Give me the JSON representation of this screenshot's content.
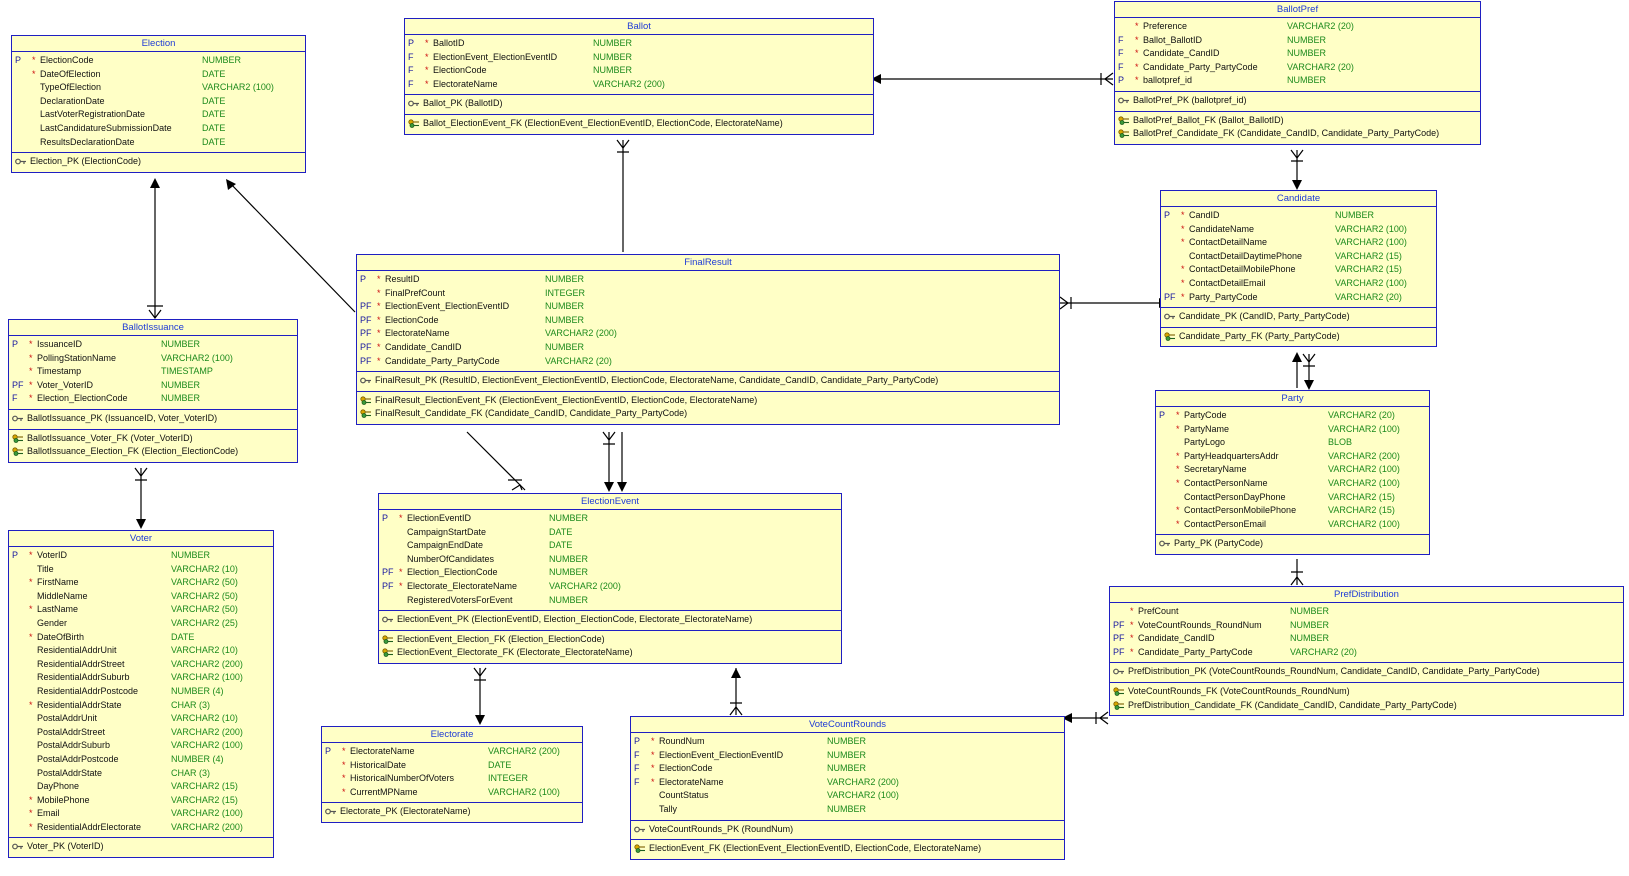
{
  "entities": [
    {
      "id": "election",
      "title": "Election",
      "colType": 190,
      "columns": [
        {
          "k": "P",
          "m": "*",
          "n": "ElectionCode",
          "t": "NUMBER"
        },
        {
          "k": "",
          "m": "*",
          "n": "DateOfElection",
          "t": "DATE"
        },
        {
          "k": "",
          "m": "",
          "n": "TypeOfElection",
          "t": "VARCHAR2 (100)"
        },
        {
          "k": "",
          "m": "",
          "n": "DeclarationDate",
          "t": "DATE"
        },
        {
          "k": "",
          "m": "",
          "n": "LastVoterRegistrationDate",
          "t": "DATE"
        },
        {
          "k": "",
          "m": "",
          "n": "LastCandidatureSubmissionDate",
          "t": "DATE"
        },
        {
          "k": "",
          "m": "",
          "n": "ResultsDeclarationDate",
          "t": "DATE"
        }
      ],
      "pk": [
        "Election_PK (ElectionCode)"
      ],
      "fk": []
    },
    {
      "id": "ballot",
      "title": "Ballot",
      "colType": 188,
      "columns": [
        {
          "k": "P",
          "m": "*",
          "n": "BallotID",
          "t": "NUMBER"
        },
        {
          "k": "F",
          "m": "*",
          "n": "ElectionEvent_ElectionEventID",
          "t": "NUMBER"
        },
        {
          "k": "F",
          "m": "*",
          "n": "ElectionCode",
          "t": "NUMBER"
        },
        {
          "k": "F",
          "m": "*",
          "n": "ElectorateName",
          "t": "VARCHAR2 (200)"
        }
      ],
      "pk": [
        "Ballot_PK (BallotID)"
      ],
      "fk": [
        "Ballot_ElectionEvent_FK (ElectionEvent_ElectionEventID, ElectionCode, ElectorateName)"
      ]
    },
    {
      "id": "ballotpref",
      "title": "BallotPref",
      "colType": 172,
      "columns": [
        {
          "k": "",
          "m": "*",
          "n": "Preference",
          "t": "VARCHAR2 (20)"
        },
        {
          "k": "F",
          "m": "*",
          "n": "Ballot_BallotID",
          "t": "NUMBER"
        },
        {
          "k": "F",
          "m": "*",
          "n": "Candidate_CandID",
          "t": "NUMBER"
        },
        {
          "k": "F",
          "m": "*",
          "n": "Candidate_Party_PartyCode",
          "t": "VARCHAR2 (20)"
        },
        {
          "k": "P",
          "m": "*",
          "n": "ballotpref_id",
          "t": "NUMBER"
        }
      ],
      "pk": [
        "BallotPref_PK (ballotpref_id)"
      ],
      "fk": [
        "BallotPref_Ballot_FK (Ballot_BallotID)",
        "BallotPref_Candidate_FK (Candidate_CandID, Candidate_Party_PartyCode)"
      ]
    },
    {
      "id": "candidate",
      "title": "Candidate",
      "colType": 174,
      "columns": [
        {
          "k": "P",
          "m": "*",
          "n": "CandID",
          "t": "NUMBER"
        },
        {
          "k": "",
          "m": "*",
          "n": "CandidateName",
          "t": "VARCHAR2 (100)"
        },
        {
          "k": "",
          "m": "*",
          "n": "ContactDetailName",
          "t": "VARCHAR2 (100)"
        },
        {
          "k": "",
          "m": "",
          "n": "ContactDetailDaytimePhone",
          "t": "VARCHAR2 (15)"
        },
        {
          "k": "",
          "m": "*",
          "n": "ContactDetailMobilePhone",
          "t": "VARCHAR2 (15)"
        },
        {
          "k": "",
          "m": "*",
          "n": "ContactDetailEmail",
          "t": "VARCHAR2 (100)"
        },
        {
          "k": "PF",
          "m": "*",
          "n": "Party_PartyCode",
          "t": "VARCHAR2 (20)"
        }
      ],
      "pk": [
        "Candidate_PK (CandID, Party_PartyCode)"
      ],
      "fk": [
        "Candidate_Party_FK (Party_PartyCode)"
      ]
    },
    {
      "id": "finalresult",
      "title": "FinalResult",
      "colType": 188,
      "columns": [
        {
          "k": "P",
          "m": "*",
          "n": "ResultID",
          "t": "NUMBER"
        },
        {
          "k": "",
          "m": "*",
          "n": "FinalPrefCount",
          "t": "INTEGER"
        },
        {
          "k": "PF",
          "m": "*",
          "n": "ElectionEvent_ElectionEventID",
          "t": "NUMBER"
        },
        {
          "k": "PF",
          "m": "*",
          "n": "ElectionCode",
          "t": "NUMBER"
        },
        {
          "k": "PF",
          "m": "*",
          "n": "ElectorateName",
          "t": "VARCHAR2 (200)"
        },
        {
          "k": "PF",
          "m": "*",
          "n": "Candidate_CandID",
          "t": "NUMBER"
        },
        {
          "k": "PF",
          "m": "*",
          "n": "Candidate_Party_PartyCode",
          "t": "VARCHAR2 (20)"
        }
      ],
      "pk": [
        "FinalResult_PK (ResultID, ElectionEvent_ElectionEventID, ElectionCode, ElectorateName, Candidate_CandID, Candidate_Party_PartyCode)"
      ],
      "fk": [
        "FinalResult_ElectionEvent_FK (ElectionEvent_ElectionEventID, ElectionCode, ElectorateName)",
        "FinalResult_Candidate_FK (Candidate_CandID, Candidate_Party_PartyCode)"
      ]
    },
    {
      "id": "ballotissuance",
      "title": "BallotIssuance",
      "colType": 152,
      "columns": [
        {
          "k": "P",
          "m": "*",
          "n": "IssuanceID",
          "t": "NUMBER"
        },
        {
          "k": "",
          "m": "*",
          "n": "PollingStationName",
          "t": "VARCHAR2 (100)"
        },
        {
          "k": "",
          "m": "*",
          "n": "Timestamp",
          "t": "TIMESTAMP"
        },
        {
          "k": "PF",
          "m": "*",
          "n": "Voter_VoterID",
          "t": "NUMBER"
        },
        {
          "k": "F",
          "m": "*",
          "n": "Election_ElectionCode",
          "t": "NUMBER"
        }
      ],
      "pk": [
        "BallotIssuance_PK (IssuanceID, Voter_VoterID)"
      ],
      "fk": [
        "BallotIssuance_Voter_FK (Voter_VoterID)",
        "BallotIssuance_Election_FK (Election_ElectionCode)"
      ]
    },
    {
      "id": "party",
      "title": "Party",
      "colType": 172,
      "columns": [
        {
          "k": "P",
          "m": "*",
          "n": "PartyCode",
          "t": "VARCHAR2 (20)"
        },
        {
          "k": "",
          "m": "*",
          "n": "PartyName",
          "t": "VARCHAR2 (100)"
        },
        {
          "k": "",
          "m": "",
          "n": "PartyLogo",
          "t": "BLOB"
        },
        {
          "k": "",
          "m": "*",
          "n": "PartyHeadquartersAddr",
          "t": "VARCHAR2 (200)"
        },
        {
          "k": "",
          "m": "*",
          "n": "SecretaryName",
          "t": "VARCHAR2 (100)"
        },
        {
          "k": "",
          "m": "*",
          "n": "ContactPersonName",
          "t": "VARCHAR2 (100)"
        },
        {
          "k": "",
          "m": "",
          "n": "ContactPersonDayPhone",
          "t": "VARCHAR2 (15)"
        },
        {
          "k": "",
          "m": "*",
          "n": "ContactPersonMobilePhone",
          "t": "VARCHAR2 (15)"
        },
        {
          "k": "",
          "m": "*",
          "n": "ContactPersonEmail",
          "t": "VARCHAR2 (100)"
        }
      ],
      "pk": [
        "Party_PK (PartyCode)"
      ],
      "fk": []
    },
    {
      "id": "electionevent",
      "title": "ElectionEvent",
      "colType": 170,
      "columns": [
        {
          "k": "P",
          "m": "*",
          "n": "ElectionEventID",
          "t": "NUMBER"
        },
        {
          "k": "",
          "m": "",
          "n": "CampaignStartDate",
          "t": "DATE"
        },
        {
          "k": "",
          "m": "",
          "n": "CampaignEndDate",
          "t": "DATE"
        },
        {
          "k": "",
          "m": "",
          "n": "NumberOfCandidates",
          "t": "NUMBER"
        },
        {
          "k": "PF",
          "m": "*",
          "n": "Election_ElectionCode",
          "t": "NUMBER"
        },
        {
          "k": "PF",
          "m": "*",
          "n": "Electorate_ElectorateName",
          "t": "VARCHAR2 (200)"
        },
        {
          "k": "",
          "m": "",
          "n": "RegisteredVotersForEvent",
          "t": "NUMBER"
        }
      ],
      "pk": [
        "ElectionEvent_PK (ElectionEventID, Election_ElectionCode, Electorate_ElectorateName)"
      ],
      "fk": [
        "ElectionEvent_Election_FK (Election_ElectionCode)",
        "ElectionEvent_Electorate_FK (Electorate_ElectorateName)"
      ]
    },
    {
      "id": "voter",
      "title": "Voter",
      "colType": 162,
      "columns": [
        {
          "k": "P",
          "m": "*",
          "n": "VoterID",
          "t": "NUMBER"
        },
        {
          "k": "",
          "m": "",
          "n": "Title",
          "t": "VARCHAR2 (10)"
        },
        {
          "k": "",
          "m": "*",
          "n": "FirstName",
          "t": "VARCHAR2 (50)"
        },
        {
          "k": "",
          "m": "",
          "n": "MiddleName",
          "t": "VARCHAR2 (50)"
        },
        {
          "k": "",
          "m": "*",
          "n": "LastName",
          "t": "VARCHAR2 (50)"
        },
        {
          "k": "",
          "m": "",
          "n": "Gender",
          "t": "VARCHAR2 (25)"
        },
        {
          "k": "",
          "m": "*",
          "n": "DateOfBirth",
          "t": "DATE"
        },
        {
          "k": "",
          "m": "",
          "n": "ResidentialAddrUnit",
          "t": "VARCHAR2 (10)"
        },
        {
          "k": "",
          "m": "",
          "n": "ResidentialAddrStreet",
          "t": "VARCHAR2 (200)"
        },
        {
          "k": "",
          "m": "",
          "n": "ResidentialAddrSuburb",
          "t": "VARCHAR2 (100)"
        },
        {
          "k": "",
          "m": "",
          "n": "ResidentialAddrPostcode",
          "t": "NUMBER (4)"
        },
        {
          "k": "",
          "m": "*",
          "n": "ResidentialAddrState",
          "t": "CHAR (3)"
        },
        {
          "k": "",
          "m": "",
          "n": "PostalAddrUnit",
          "t": "VARCHAR2 (10)"
        },
        {
          "k": "",
          "m": "",
          "n": "PostalAddrStreet",
          "t": "VARCHAR2 (200)"
        },
        {
          "k": "",
          "m": "",
          "n": "PostalAddrSuburb",
          "t": "VARCHAR2 (100)"
        },
        {
          "k": "",
          "m": "",
          "n": "PostalAddrPostcode",
          "t": "NUMBER (4)"
        },
        {
          "k": "",
          "m": "",
          "n": "PostalAddrState",
          "t": "CHAR (3)"
        },
        {
          "k": "",
          "m": "",
          "n": "DayPhone",
          "t": "VARCHAR2 (15)"
        },
        {
          "k": "",
          "m": "*",
          "n": "MobilePhone",
          "t": "VARCHAR2 (15)"
        },
        {
          "k": "",
          "m": "*",
          "n": "Email",
          "t": "VARCHAR2 (100)"
        },
        {
          "k": "",
          "m": "*",
          "n": "ResidentialAddrElectorate",
          "t": "VARCHAR2 (200)"
        }
      ],
      "pk": [
        "Voter_PK (VoterID)"
      ],
      "fk": []
    },
    {
      "id": "prefdistribution",
      "title": "PrefDistribution",
      "colType": 180,
      "columns": [
        {
          "k": "",
          "m": "*",
          "n": "PrefCount",
          "t": "NUMBER"
        },
        {
          "k": "PF",
          "m": "*",
          "n": "VoteCountRounds_RoundNum",
          "t": "NUMBER"
        },
        {
          "k": "PF",
          "m": "*",
          "n": "Candidate_CandID",
          "t": "NUMBER"
        },
        {
          "k": "PF",
          "m": "*",
          "n": "Candidate_Party_PartyCode",
          "t": "VARCHAR2 (20)"
        }
      ],
      "pk": [
        "PrefDistribution_PK (VoteCountRounds_RoundNum, Candidate_CandID, Candidate_Party_PartyCode)"
      ],
      "fk": [
        "VoteCountRounds_FK (VoteCountRounds_RoundNum)",
        "PrefDistribution_Candidate_FK (Candidate_CandID, Candidate_Party_PartyCode)"
      ]
    },
    {
      "id": "electorate",
      "title": "Electorate",
      "colType": 166,
      "columns": [
        {
          "k": "P",
          "m": "*",
          "n": "ElectorateName",
          "t": "VARCHAR2 (200)"
        },
        {
          "k": "",
          "m": "*",
          "n": "HistoricalDate",
          "t": "DATE"
        },
        {
          "k": "",
          "m": "*",
          "n": "HistoricalNumberOfVoters",
          "t": "INTEGER"
        },
        {
          "k": "",
          "m": "*",
          "n": "CurrentMPName",
          "t": "VARCHAR2 (100)"
        }
      ],
      "pk": [
        "Electorate_PK (ElectorateName)"
      ],
      "fk": []
    },
    {
      "id": "votecountrounds",
      "title": "VoteCountRounds",
      "colType": 196,
      "columns": [
        {
          "k": "P",
          "m": "*",
          "n": "RoundNum",
          "t": "NUMBER"
        },
        {
          "k": "F",
          "m": "*",
          "n": "ElectionEvent_ElectionEventID",
          "t": "NUMBER"
        },
        {
          "k": "F",
          "m": "*",
          "n": "ElectionCode",
          "t": "NUMBER"
        },
        {
          "k": "F",
          "m": "*",
          "n": "ElectorateName",
          "t": "VARCHAR2 (200)"
        },
        {
          "k": "",
          "m": "",
          "n": "CountStatus",
          "t": "VARCHAR2 (100)"
        },
        {
          "k": "",
          "m": "",
          "n": "Tally",
          "t": "NUMBER"
        }
      ],
      "pk": [
        "VoteCountRounds_PK (RoundNum)"
      ],
      "fk": [
        "ElectionEvent_FK (ElectionEvent_ElectionEventID, ElectionCode, ElectorateName)"
      ]
    }
  ],
  "colors": {
    "fill": "#ffffc6",
    "border": "#1f1fc2",
    "title": "#1f3bd6",
    "type": "#1c8a1c",
    "mandatory": "#cc1010",
    "key": "#1a1aa0"
  },
  "icons": {
    "pk": "key-icon",
    "fk": "foreign-key-icon"
  }
}
